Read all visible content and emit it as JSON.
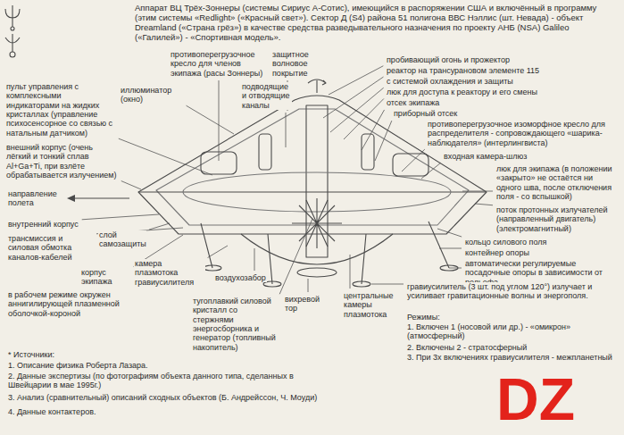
{
  "diagram": {
    "title": "Аппарат ВЦ Трёх-Зоннеры (системы Сириус А-Сотис), имеющийся в распоряжении США и включённый в программу (этим системы «Redlight» («Красный свет»). Сектор Д (S4) района 51 полигона ВВС Нэллис (шт. Невада) - объект Dreamland («Страна грёз») в качестве средства разведывательного назначения по проекту АНБ (NSA) Galileo («Галилей») - «Спортивная модель».",
    "labels": [
      "пульт управления с комплексными индикаторами на жидких кристаллах (управление психосенсорное со связью с натальным датчиком)",
      "противоперегрузочное кресло для членов экипажа (расы Зоннеры)",
      "защитное волновое покрытие",
      "подводящие и отводящие каналы",
      "иллюминатор (окно)",
      "пробивающий огонь и прожектор",
      "реактор на трансурановом элементе 115",
      "с системой охлаждения и защиты",
      "люк для доступа к реактору и его смены",
      "отсек экипажа",
      "приборный отсек",
      "противоперегрузочное изоморфное кресло для распределителя - сопровождающего «шарика-наблюдателя» (интерлингвиста)",
      "входная камера-шлюз",
      "внешний корпус (очень лёгкий и тонкий сплав Al+Ga+Ti, при взлёте обрабатывается излучением)",
      "люк для экипажа (в положении «закрыто» не остаётся ни одного шва, после отключения поля - со вспышкой)",
      "направление полета",
      "внутренний корпус",
      "поток протонных излучателей (направленный двигатель) (электромагнитный)",
      "трансмиссия и силовая обмотка каналов-кабелей",
      "слой самозащиты",
      "кольцо силового поля",
      "контейнер опоры",
      "автоматически регулируемые посадочные опоры в зависимости от рельефа",
      "корпус экипажа",
      "камера плазмотока гравиусилителя",
      "гравиусилитель (3 шт. под углом 120°) излучает и усиливает гравитационные волны и энергополя.",
      "в рабочем режиме окружен аннигилирующей плазменной оболочкой-короной",
      "воздухозабор",
      "центральные камеры плазмотока",
      "тугоплавкий силовой кристалл со стержнями энергосборника и генератор (топливный накопитель)",
      "Режимы:",
      "вихревой тор",
      "1. Включен 1 (носовой или др.) - «омикрон» (атмосферный)",
      "2. Включены 2 - стратосферный",
      "* Источники:",
      "3. При 3х включениях гравиусилителя - межпланетный",
      "1. Описание физика Роберта Лазара.",
      "2. Данные экспертизы (по фотографиям объекта данного типа, сделанных в Швейцарии в мае 1995г.)",
      "3. Анализ (сравнительный) описаний сходных объектов (Б. Андрейссон, Ч. Моуди)",
      "4. Данные контактеров.",
      "DZ"
    ]
  }
}
